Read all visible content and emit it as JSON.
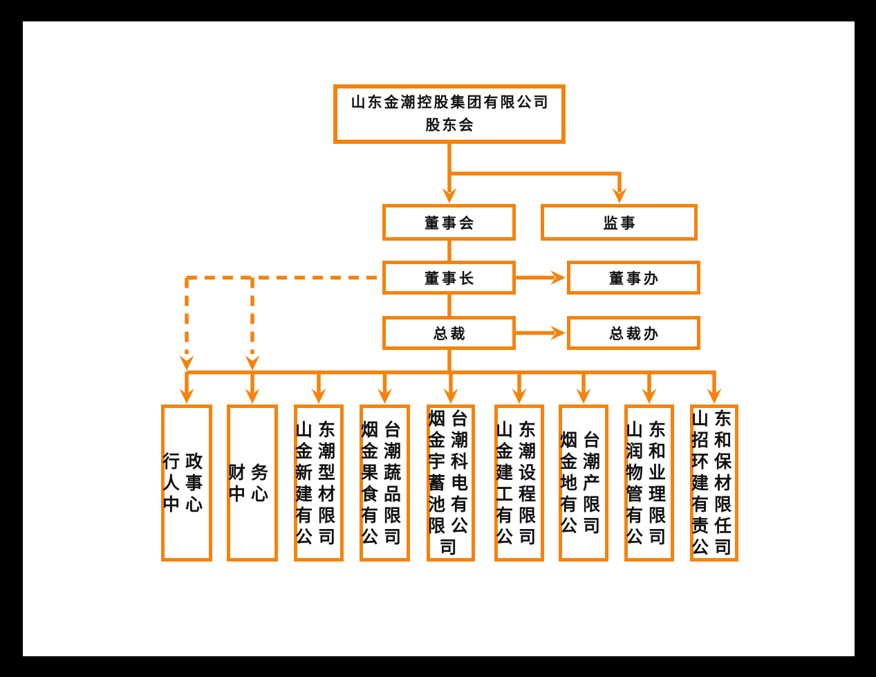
{
  "colors": {
    "background": "#000000",
    "page": "#ffffff",
    "accent": "#F6820D",
    "text": "#111111"
  },
  "org": {
    "root": {
      "line1": "山东金潮控股集团有限公司",
      "line2": "股东会"
    },
    "board": {
      "label": "董事会"
    },
    "supervisor": {
      "label": "监事"
    },
    "chairman": {
      "label": "董事长"
    },
    "chairman_office": {
      "label": "董事办"
    },
    "president": {
      "label": "总裁"
    },
    "president_office": {
      "label": "总裁办"
    },
    "departments": [
      {
        "label": "行政人事中心"
      },
      {
        "label": "财务中心"
      },
      {
        "label": "山东金潮新型建材有限公司"
      },
      {
        "label": "烟台金潮果蔬食品有限公司"
      },
      {
        "label": "烟台金潮宇科蓄电池有限公司"
      },
      {
        "label": "山东金潮建设工程有限公司"
      },
      {
        "label": "烟台金潮地产有限公司"
      },
      {
        "label": "山东润和物业管理有限公司"
      },
      {
        "label": "山东招和环保建材有限责任公司"
      }
    ]
  }
}
